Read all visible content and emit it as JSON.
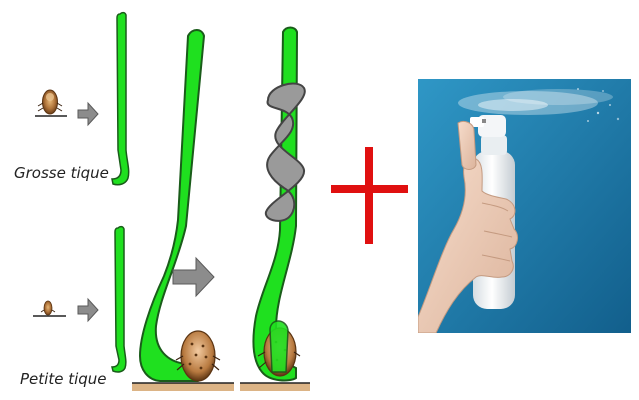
{
  "labels": {
    "large_tick": "Grosse tique",
    "small_tick": "Petite tique"
  },
  "symbols": {
    "plus": "plus-sign",
    "arrow": "right-arrow-icon",
    "tick": "tick-icon",
    "hook": "tick-remover-hook",
    "bottle": "spray-bottle"
  },
  "colors": {
    "hook_green": "#1fe01f",
    "hook_outline": "#1a5c1a",
    "arrow_gray": "#8c8c8c",
    "plus_red": "#e01010",
    "skin": "#dcb486",
    "photo_blue": "#1f7cab",
    "tick_brown": "#a0652c"
  }
}
